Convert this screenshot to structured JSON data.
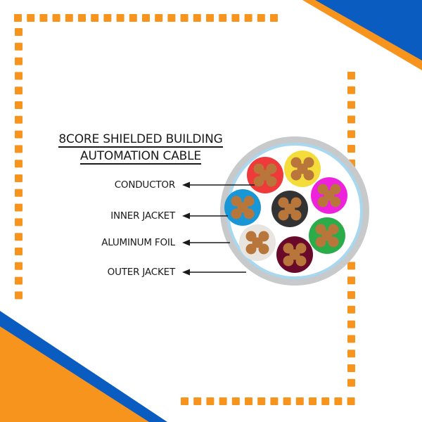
{
  "title": {
    "line1": "8CORE SHIELDED BUILDING",
    "line2": "AUTOMATION CABLE"
  },
  "labels": [
    {
      "id": "conductor",
      "text": "CONDUCTOR"
    },
    {
      "id": "inner-jacket",
      "text": "INNER JACKET"
    },
    {
      "id": "aluminum-foil",
      "text": "ALUMINUM FOIL"
    },
    {
      "id": "outer-jacket",
      "text": "OUTER JACKET"
    }
  ],
  "cable": {
    "outer_jacket_color": "#c8c9cb",
    "foil_color": "#a8d8f0",
    "fill_color": "#ffffff",
    "conductor_color": "#b8763a",
    "cores": [
      {
        "name": "red",
        "color": "#ee3a3a"
      },
      {
        "name": "yellow",
        "color": "#f4dc3a"
      },
      {
        "name": "magenta",
        "color": "#ee22dd"
      },
      {
        "name": "blue",
        "color": "#1896d6"
      },
      {
        "name": "black",
        "color": "#333333"
      },
      {
        "name": "green",
        "color": "#2aac4a"
      },
      {
        "name": "white",
        "color": "#e8e4e0"
      },
      {
        "name": "maroon",
        "color": "#6a0a2a"
      }
    ]
  },
  "colors": {
    "accent_orange": "#f7941d",
    "accent_blue": "#0b5cc0"
  }
}
